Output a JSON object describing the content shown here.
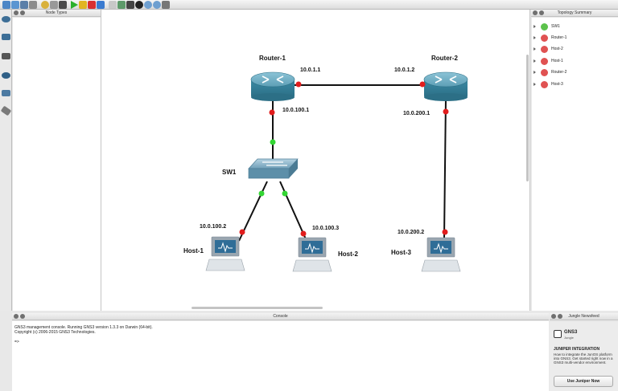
{
  "toolbar": {
    "icons": [
      "folder-icon",
      "open-folder-icon",
      "save-icon",
      "screenshot-icon",
      "clock-icon",
      "fit-icon",
      "console-icon",
      "start-icon",
      "pause-icon",
      "stop-icon",
      "reload-icon",
      "note-icon",
      "picture-icon",
      "rectangle-icon",
      "ellipse-icon",
      "zoom-in-icon",
      "zoom-out-icon",
      "print-icon"
    ]
  },
  "node_types": {
    "title": "Node Types"
  },
  "topology_summary": {
    "title": "Topology Summary",
    "items": [
      {
        "label": "SW1",
        "status": "running",
        "color": "#5cc24c"
      },
      {
        "label": "Router-1",
        "status": "stopped",
        "color": "#e05252"
      },
      {
        "label": "Host-2",
        "status": "stopped",
        "color": "#e05252"
      },
      {
        "label": "Host-1",
        "status": "stopped",
        "color": "#e05252"
      },
      {
        "label": "Router-2",
        "status": "stopped",
        "color": "#e05252"
      },
      {
        "label": "Host-3",
        "status": "stopped",
        "color": "#e05252"
      }
    ]
  },
  "topology": {
    "nodes": {
      "router1": {
        "label": "Router-1"
      },
      "router2": {
        "label": "Router-2"
      },
      "sw1": {
        "label": "SW1"
      },
      "host1": {
        "label": "Host-1"
      },
      "host2": {
        "label": "Host-2"
      },
      "host3": {
        "label": "Host-3"
      }
    },
    "interfaces": {
      "r1_r2_a": "10.0.1.1",
      "r1_r2_b": "10.0.1.2",
      "r1_sw": "10.0.100.1",
      "r2_h3": "10.0.200.1",
      "h1": "10.0.100.2",
      "h2": "10.0.100.3",
      "h3": "10.0.200.2"
    }
  },
  "console": {
    "title": "Console",
    "lines": [
      "GNS3 management console. Running GNS3 version 1.3.3 on Darwin (64-bit).",
      "Copyright (c) 2006-2015 GNS3 Technologies.",
      "",
      "=>"
    ]
  },
  "jungle_newsfeed": {
    "title": "Jungle Newsfeed",
    "brand": "GNS3",
    "brand_sub": "Jungle",
    "headline": "JUNIPER INTEGRATION",
    "body": "How to integrate the JunOS platform into GNS3. Get started right now in a GNS3 multi-vendor environment.",
    "button": "Use Juniper Now"
  },
  "colors": {
    "link_down": "#e11d1d",
    "link_up": "#34d634",
    "router_top": "#6aa7bd",
    "router_body": "#3f8aa0"
  }
}
